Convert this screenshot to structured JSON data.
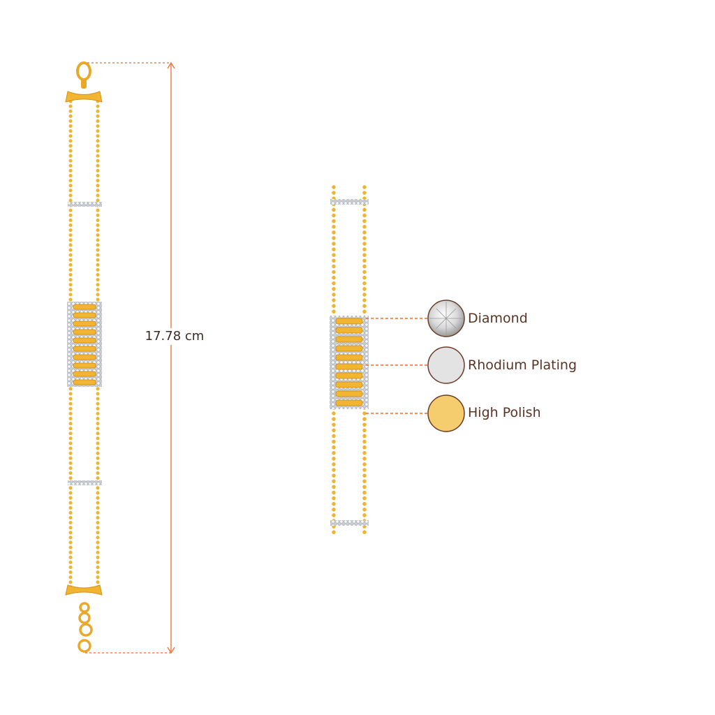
{
  "dimension": {
    "length_label": "17.78 cm"
  },
  "legend": [
    {
      "label": "Diamond",
      "swatch_color": "#e6e6e6"
    },
    {
      "label": "Rhodium Plating",
      "swatch_color": "#e3e3e3"
    },
    {
      "label": "High Polish",
      "swatch_color": "#f5cd6e"
    }
  ],
  "colors": {
    "gold": "#f2b531",
    "gold_dark": "#d48f12",
    "silver": "#d9dde0",
    "leader": "#f26a2a",
    "text": "#5b3324"
  }
}
